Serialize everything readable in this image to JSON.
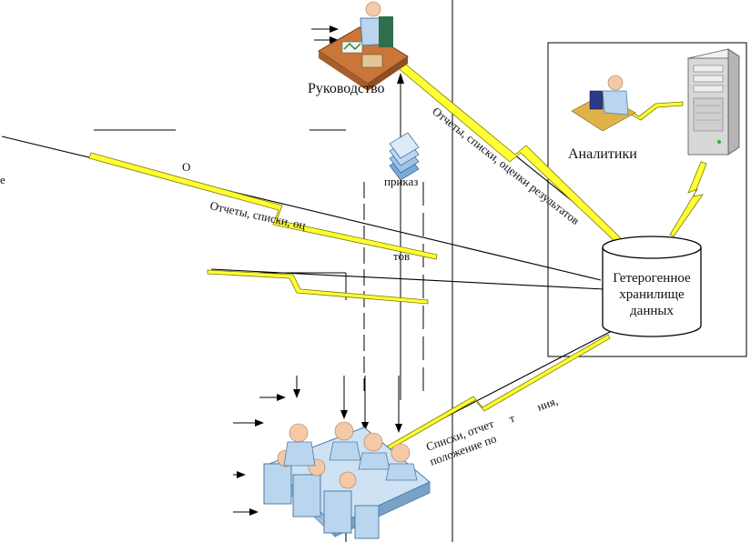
{
  "labels": {
    "manager": "Руководство",
    "analysts": "Аналитики",
    "storage_line1": "Гетерогенное",
    "storage_line2": "хранилище",
    "storage_line3": "данных",
    "order": "приказ",
    "reports_top": "Отчеты, списки, оценки результатов",
    "reports_mid": "Отчеты, списки, оц",
    "reports_mid_tail": "тов",
    "lists_bottom_a": "Списки, отчет",
    "lists_bottom_b": "т",
    "lists_bottom_c": "ния,",
    "lists_bottom_line2": "положение по",
    "left_edge_char": "е",
    "mid_left_fragment": "О"
  },
  "colors": {
    "bolt_fill": "#ffff33",
    "person_skin": "#f4c9a8",
    "person_suit": "#b9d6ee",
    "desk": "#c8763a",
    "server": "#d8d8d8"
  },
  "icons": {
    "manager": "manager-at-desk-icon",
    "analyst": "analyst-at-computer-icon",
    "server": "server-tower-icon",
    "database": "database-cylinder-icon",
    "documents": "document-stack-icon",
    "meeting": "meeting-table-icon"
  }
}
